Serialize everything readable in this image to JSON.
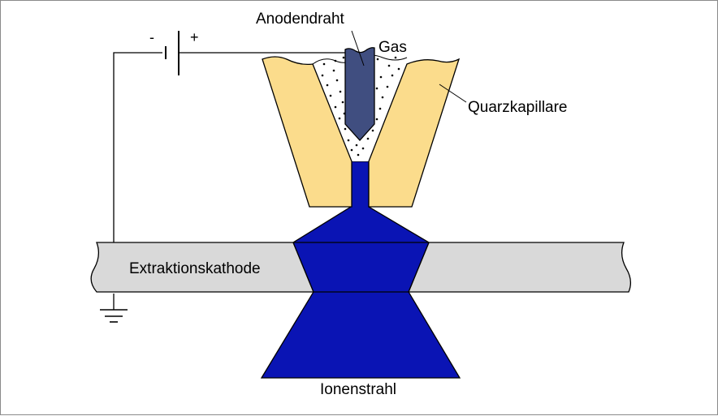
{
  "labels": {
    "anode_wire": "Anodendraht",
    "gas": "Gas",
    "quartz_capillary": "Quarzkapillare",
    "extraction_cathode": "Extraktionskathode",
    "ion_beam": "Ionenstrahl",
    "minus": "-",
    "plus": "+"
  },
  "colors": {
    "capillary": "#fbdc8c",
    "anode": "#404e80",
    "plasma": "#0a14b4",
    "cathode": "#d9d9d9",
    "gas_fill": "#ffffff",
    "stroke": "#000000"
  }
}
